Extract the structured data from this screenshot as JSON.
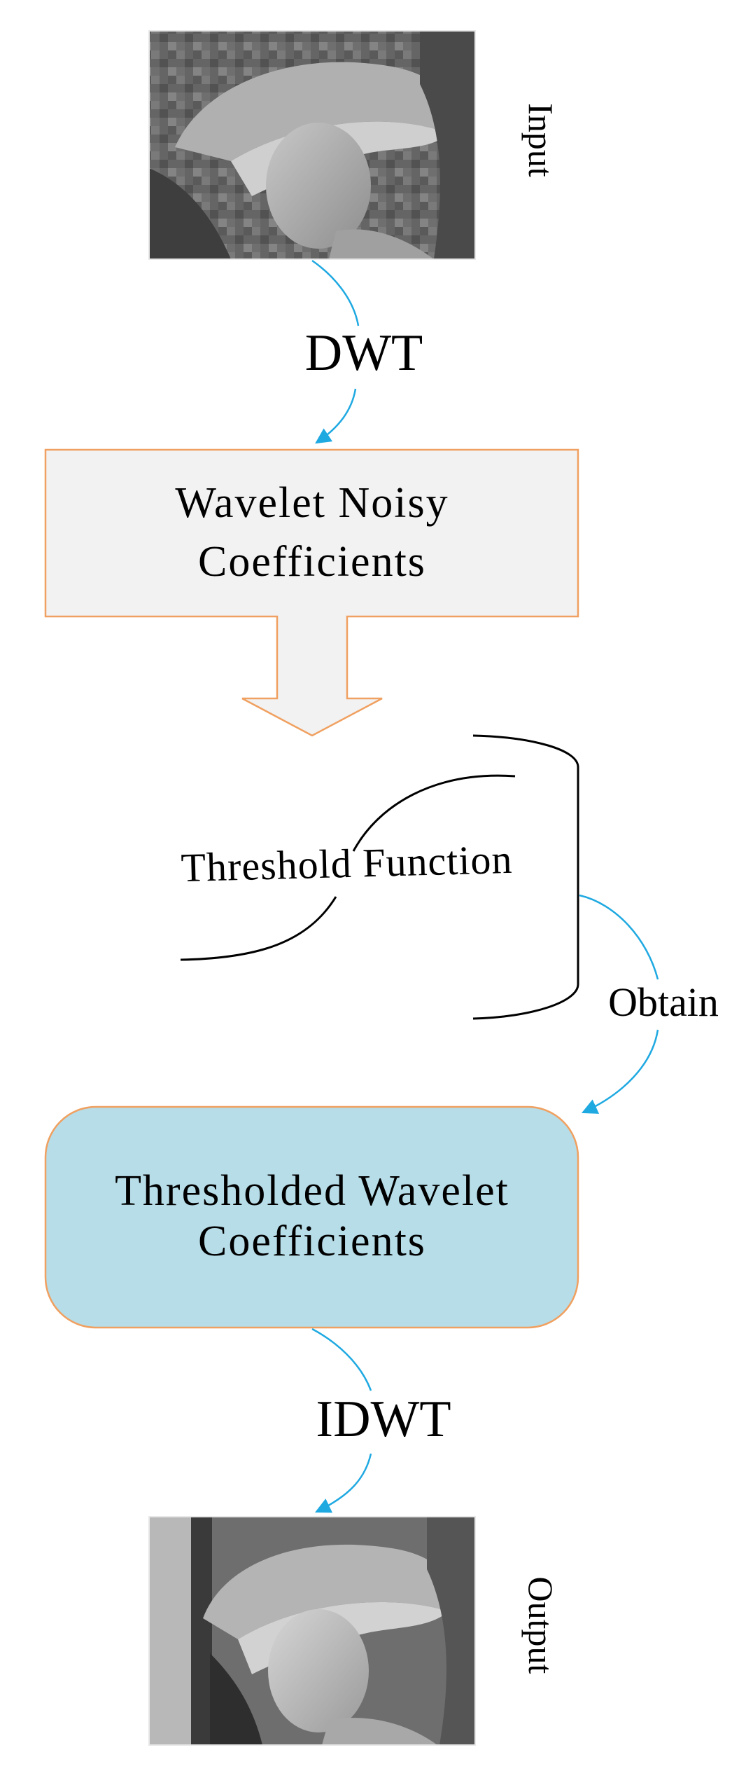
{
  "diagram": {
    "input_label": "Input",
    "dwt_label": "DWT",
    "noisy_box": {
      "line1": "Wavelet Noisy",
      "line2": "Coefficients"
    },
    "threshold_label": "Threshold Function",
    "obtain_label": "Obtain",
    "thresholded_box": {
      "line1": "Thresholded Wavelet",
      "line2": "Coefficients"
    },
    "idwt_label": "IDWT",
    "output_label": "Output"
  },
  "colors": {
    "arrow": "#1fa9e1",
    "box_border": "#f0a060",
    "noisy_fill": "#f2f2f2",
    "thresholded_fill": "#b7dde8",
    "text": "#000000",
    "curve": "#000000"
  },
  "icons": {
    "input_image": "grayscale-portrait-image",
    "output_image": "grayscale-portrait-image"
  }
}
